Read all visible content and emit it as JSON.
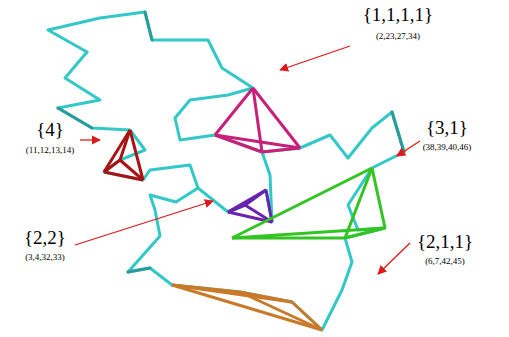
{
  "diagram": {
    "labels": [
      "{1,1,1,1}",
      "(2,23,27,34)",
      "{4}",
      "(11,12,13,14)",
      "{3,1}",
      "(38,39,40,46)",
      "{2,2}",
      "(3,4,32,33)",
      "{2,1,1}",
      "(6,7,42,45)"
    ]
  }
}
